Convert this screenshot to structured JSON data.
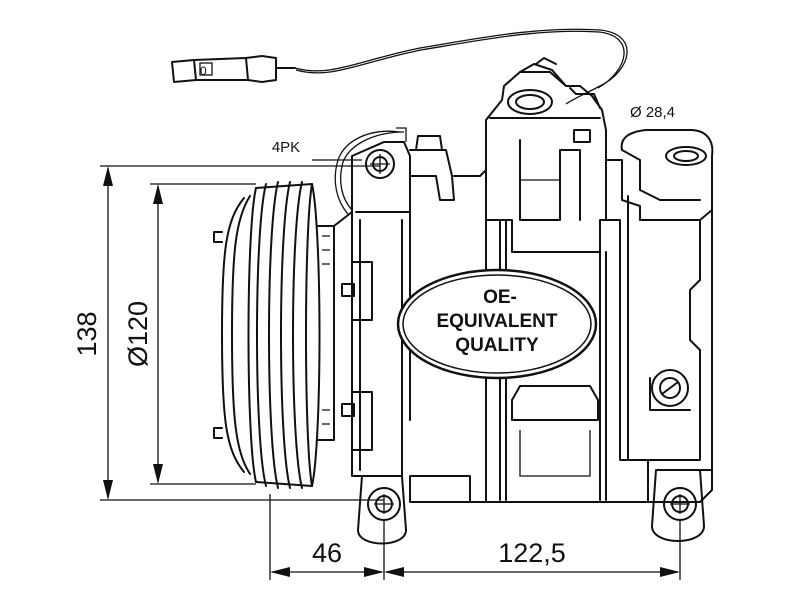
{
  "dimensions": {
    "belt": "4PK",
    "port_diameter": "Ø 28,4",
    "overall_height": "138",
    "pulley_diameter": "Ø120",
    "pulley_offset": "46",
    "mount_spacing": "122,5"
  },
  "badge": {
    "line1": "OE-",
    "line2": "EQUIVALENT",
    "line3": "QUALITY"
  }
}
